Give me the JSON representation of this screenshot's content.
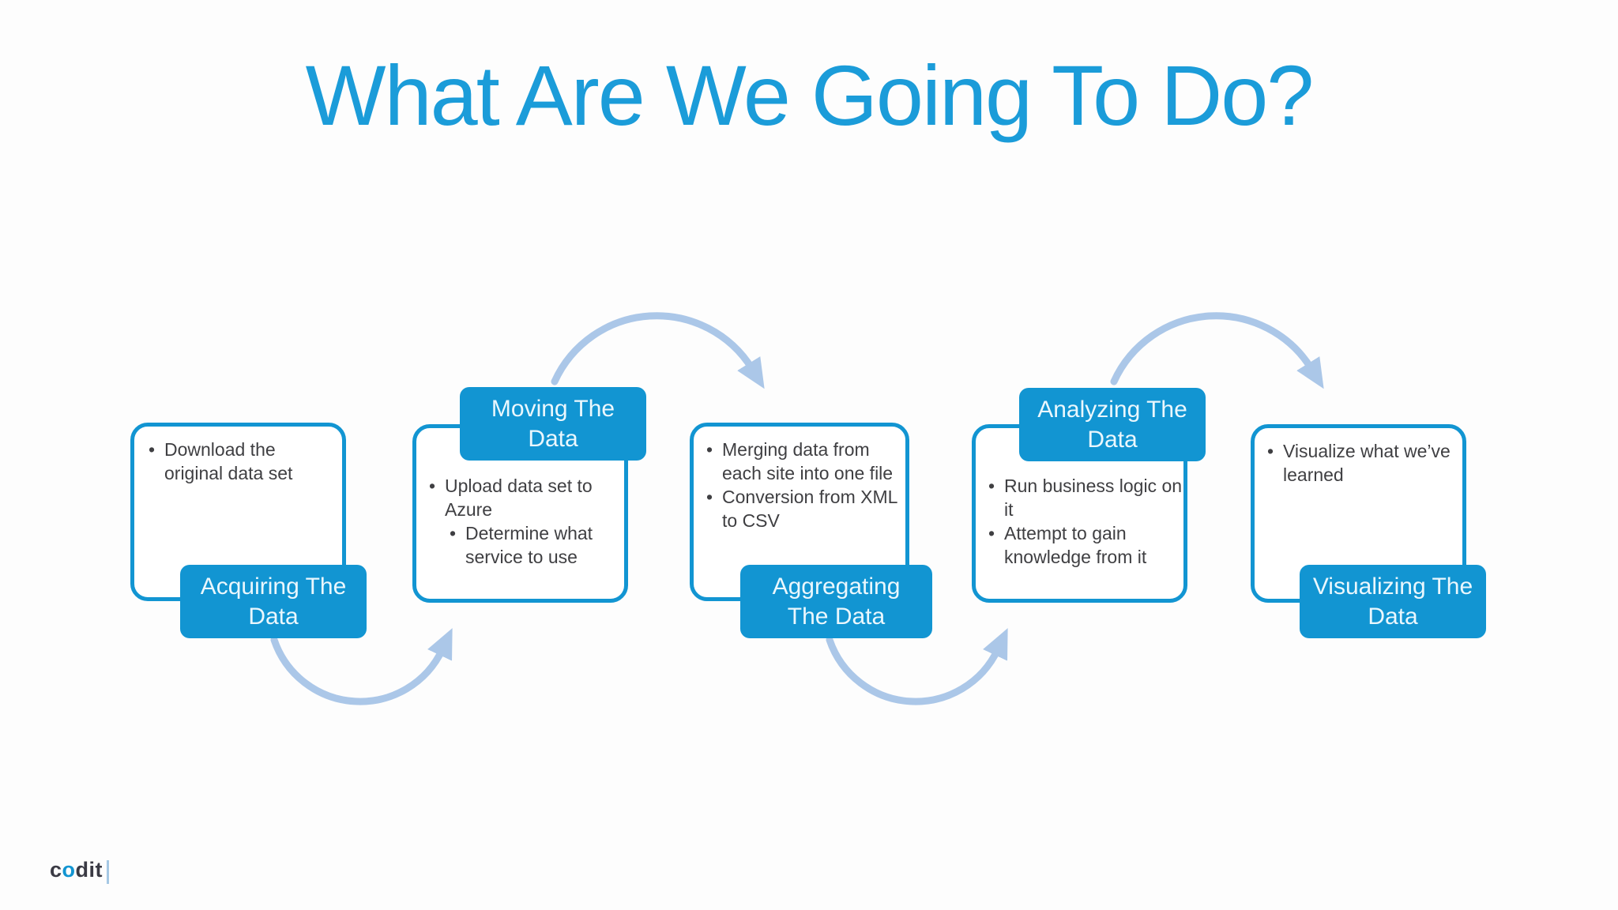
{
  "slide": {
    "title": "What Are We Going To Do?",
    "stages": [
      {
        "label": "Acquiring The Data",
        "label_position": "bottom",
        "bullets": [
          {
            "text": "Download the original data set",
            "level": 1
          }
        ]
      },
      {
        "label": "Moving The Data",
        "label_position": "top",
        "bullets": [
          {
            "text": "Upload data set to Azure",
            "level": 1
          },
          {
            "text": "Determine what service to use",
            "level": 2
          }
        ]
      },
      {
        "label": "Aggregating The Data",
        "label_position": "bottom",
        "bullets": [
          {
            "text": "Merging data from each site into one file",
            "level": 1
          },
          {
            "text": "Conversion from XML to CSV",
            "level": 1
          }
        ]
      },
      {
        "label": "Analyzing The Data",
        "label_position": "top",
        "bullets": [
          {
            "text": "Run business logic on it",
            "level": 1
          },
          {
            "text": "Attempt to gain knowledge from it",
            "level": 1
          }
        ]
      },
      {
        "label": "Visualizing The Data",
        "label_position": "bottom",
        "bullets": [
          {
            "text": "Visualize what we’ve learned",
            "level": 1
          }
        ]
      }
    ],
    "footer_logo": {
      "part1": "c",
      "accent": "o",
      "part2": "dit"
    }
  },
  "colors": {
    "accent-blue": "#1295d2",
    "title-blue": "#1b9cd9",
    "arrow-blue": "#abc7e8",
    "text-dark": "#3f3f42",
    "label-text": "#eaf7fd",
    "logo-dark": "#3a3a44",
    "logo-bar": "#a5c8e4"
  }
}
